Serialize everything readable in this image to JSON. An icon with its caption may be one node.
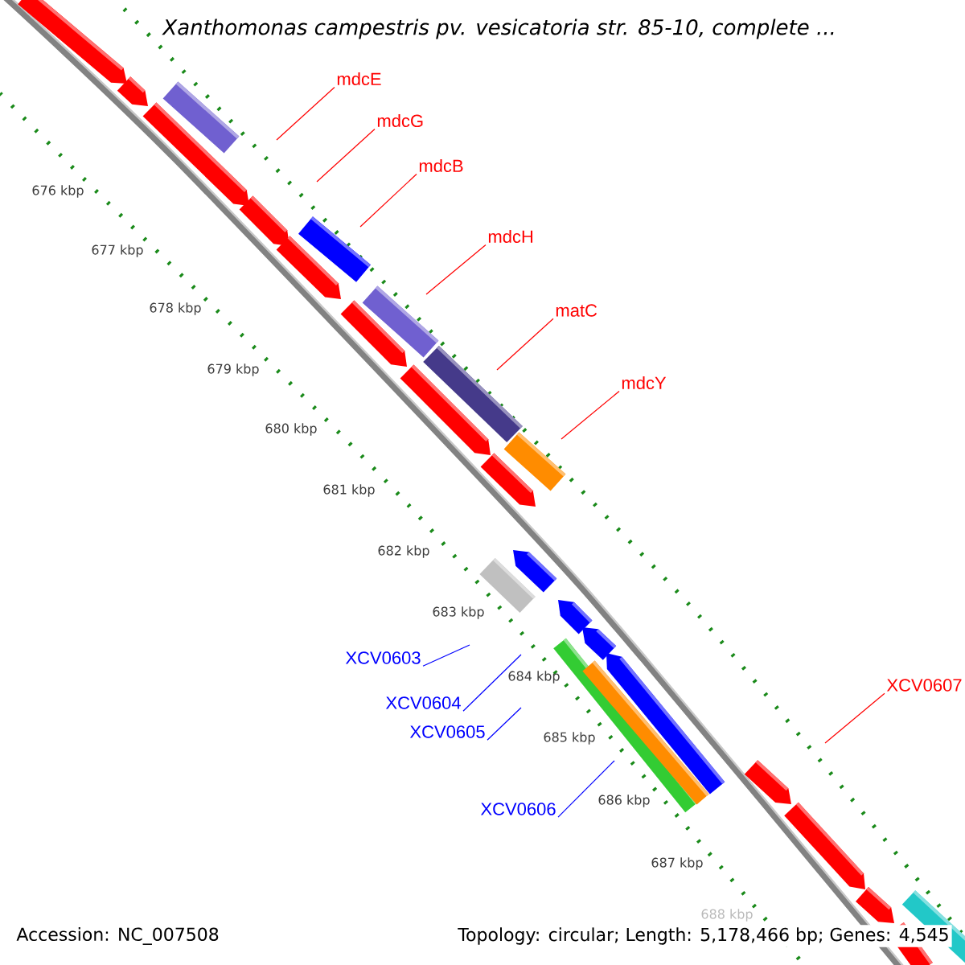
{
  "diagram": {
    "title": "Xanthomonas campestris pv. vesicatoria str. 85-10, complete ...",
    "nodes": [
      {
        "text": [
          "mdcE"
        ]
      },
      {
        "text": [
          "mdcG"
        ]
      },
      {
        "text": [
          "mdcB"
        ]
      },
      {
        "text": [
          "mdcH"
        ]
      },
      {
        "text": [
          "matC"
        ]
      },
      {
        "text": [
          "mdcY"
        ]
      },
      {
        "text": [
          "XCV0603"
        ]
      },
      {
        "text": [
          "XCV0607"
        ]
      },
      {
        "text": [
          "XCV0604"
        ]
      },
      {
        "text": [
          "XCV0605"
        ]
      },
      {
        "text": [
          "XCV0606"
        ]
      }
    ],
    "edges": [
      {
        "from": 0,
        "to": null,
        "arrow": "none"
      },
      {
        "from": 1,
        "to": null,
        "arrow": "none"
      },
      {
        "from": 2,
        "to": null,
        "arrow": "none"
      },
      {
        "from": 3,
        "to": null,
        "arrow": "none"
      },
      {
        "from": 4,
        "to": null,
        "arrow": "none"
      },
      {
        "from": 5,
        "to": null,
        "arrow": "none"
      },
      {
        "from": 6,
        "to": null,
        "arrow": "none",
        "color": "#0000ff"
      },
      {
        "from": 7,
        "to": null,
        "arrow": "none"
      },
      {
        "from": 8,
        "to": null,
        "arrow": "none",
        "color": "#0000ff"
      },
      {
        "from": 9,
        "to": null,
        "arrow": "none",
        "color": "#0000ff"
      },
      {
        "from": 10,
        "to": null,
        "arrow": "none",
        "color": "#0000ff"
      }
    ],
    "labels": [
      "676 kbp",
      "677 kbp",
      "678 kbp",
      "679 kbp",
      "680 kbp",
      "681 kbp",
      "682 kbp",
      "683 kbp",
      "684 kbp",
      "685 kbp",
      "686 kbp",
      "687 kbp",
      "688 kbp",
      "Accession: NC_007508",
      "Topology: circular; Length: 5,178,466 bp; Genes: 4,545"
    ]
  }
}
